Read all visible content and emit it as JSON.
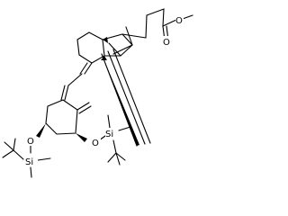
{
  "molecule": {
    "atoms": {
      "ester_carbonyl_o": "O",
      "ester_single_o": "O",
      "silyl_ether_o_right": "O",
      "silyl_ether_o_left": "O",
      "si_right": "Si",
      "si_left": "Si"
    }
  }
}
